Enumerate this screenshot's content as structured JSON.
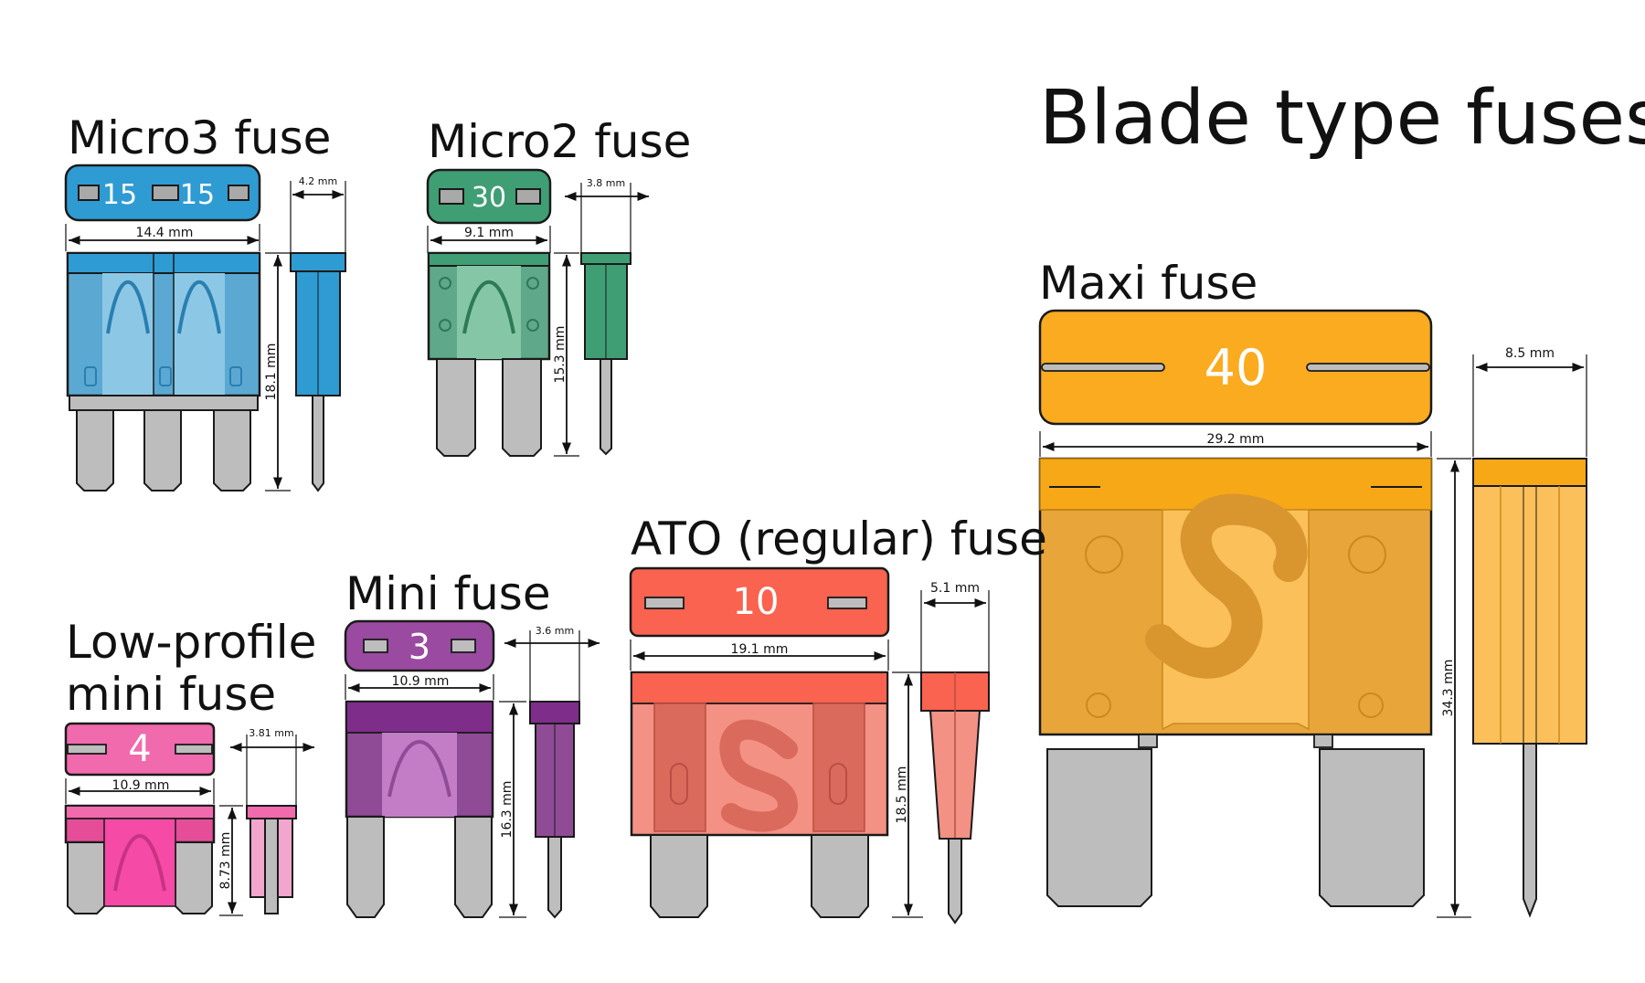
{
  "title": "Blade type fuses",
  "fuses": {
    "micro3": {
      "name": "Micro3 fuse",
      "ratings": [
        "15",
        "15"
      ],
      "width": "14.4 mm",
      "thickness": "4.2 mm",
      "height": "18.1 mm",
      "color": "#2f9bd3"
    },
    "micro2": {
      "name": "Micro2 fuse",
      "rating": "30",
      "width": "9.1 mm",
      "thickness": "3.8 mm",
      "height": "15.3 mm",
      "color": "#3f9e74"
    },
    "maxi": {
      "name": "Maxi fuse",
      "rating": "40",
      "width": "29.2 mm",
      "thickness": "8.5 mm",
      "height": "34.3 mm",
      "color": "#fbab1f"
    },
    "lowprofile": {
      "name_line1": "Low-profile",
      "name_line2": "mini fuse",
      "rating": "4",
      "width": "10.9 mm",
      "thickness": "3.81 mm",
      "height": "8.73 mm",
      "color": "#f06aad"
    },
    "mini": {
      "name": "Mini fuse",
      "rating": "3",
      "width": "10.9 mm",
      "thickness": "3.6 mm",
      "height": "16.3 mm",
      "color": "#9a4aa1"
    },
    "ato": {
      "name": "ATO (regular) fuse",
      "rating": "10",
      "width": "19.1 mm",
      "thickness": "5.1 mm",
      "height": "18.5 mm",
      "color": "#f9634f"
    }
  },
  "colors": {
    "prong": "#bdbdbd",
    "outline": "#1a1a1a"
  }
}
